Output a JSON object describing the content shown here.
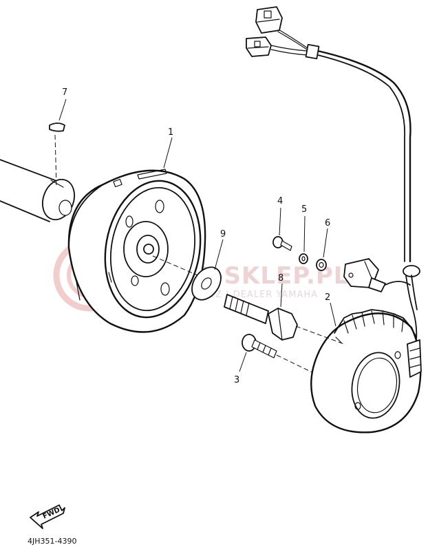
{
  "callouts": {
    "c1": "1",
    "c2": "2",
    "c3": "3",
    "c4": "4",
    "c5": "5",
    "c6": "6",
    "c7": "7",
    "c8": "8",
    "c9": "9"
  },
  "diagram_code": "4JH351-4390",
  "direction_arrow": {
    "label": "FWD",
    "icon": "fwd-arrow-icon"
  },
  "watermark": {
    "main": "ARIA-SKLEP.PL",
    "sub": "WO CZESC I SCZ | DEALER YAMAHA",
    "color": "#e8a6a6"
  }
}
